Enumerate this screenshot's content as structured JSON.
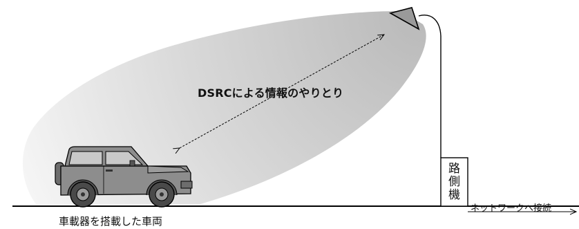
{
  "diagram": {
    "communication_label": "DSRCによる情報のやりとり",
    "vehicle_label": "車載器を搭載した車両",
    "roadside_unit_chars": [
      "路",
      "側",
      "機"
    ],
    "network_label": "ネットワークへ接続"
  },
  "colors": {
    "coverage_gradient_far": "#ffffff",
    "coverage_gradient_near": "#b9b9b9",
    "vehicle_body": "#8d8d8d",
    "line": "#000000"
  }
}
